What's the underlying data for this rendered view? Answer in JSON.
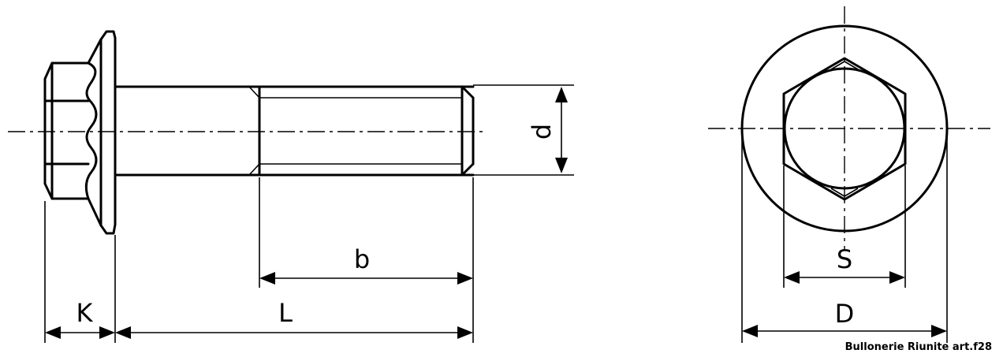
{
  "labels": {
    "K": "K",
    "L": "L",
    "b": "b",
    "d": "d",
    "S": "S",
    "D": "D"
  },
  "credit": "Bullonerie Riunite art.f28"
}
